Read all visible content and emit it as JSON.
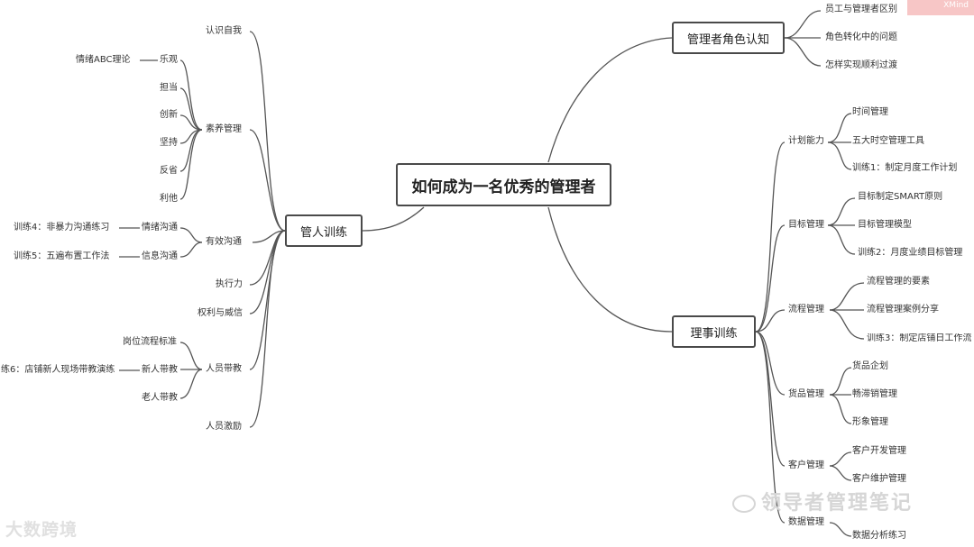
{
  "central": "如何成为一名优秀的管理者",
  "branches": {
    "role": {
      "label": "管理者角色认知",
      "items": [
        "员工与管理者区别",
        "角色转化中的问题",
        "怎样实现顺利过渡"
      ]
    },
    "manage_people": {
      "label": "管人训练",
      "know_self": "认识自我",
      "literacy": {
        "label": "素养管理",
        "items": [
          "乐观",
          "担当",
          "创新",
          "坚持",
          "反省",
          "利他"
        ],
        "optimism_note": "情绪ABC理论"
      },
      "communication": {
        "label": "有效沟通",
        "emotion": "情绪沟通",
        "emotion_note": "训练4：非暴力沟通练习",
        "info": "信息沟通",
        "info_note": "训练5：五遍布置工作法"
      },
      "execution": "执行力",
      "authority": "权利与威信",
      "coaching": {
        "label": "人员带教",
        "items": [
          "岗位流程标准",
          "新人带教",
          "老人带教"
        ],
        "newbie_note": "练6：店铺新人现场带教演练"
      },
      "motivation": "人员激励"
    },
    "manage_affairs": {
      "label": "理事训练",
      "planning": {
        "label": "计划能力",
        "items": [
          "时间管理",
          "五大时空管理工具",
          "训练1：制定月度工作计划"
        ]
      },
      "goals": {
        "label": "目标管理",
        "items": [
          "目标制定SMART原则",
          "目标管理模型",
          "训练2：月度业绩目标管理"
        ]
      },
      "process": {
        "label": "流程管理",
        "items": [
          "流程管理的要素",
          "流程管理案例分享",
          "训练3：制定店铺日工作流"
        ]
      },
      "goods": {
        "label": "货品管理",
        "items": [
          "货品企划",
          "畅滞销管理",
          "形象管理"
        ]
      },
      "customer": {
        "label": "客户管理",
        "items": [
          "客户开发管理",
          "客户维护管理"
        ]
      },
      "data": {
        "label": "数据管理",
        "items": [
          "数据分析练习"
        ]
      }
    }
  },
  "brand": "XMind",
  "watermark_left": "大数跨境",
  "watermark_right": "领导者管理笔记"
}
